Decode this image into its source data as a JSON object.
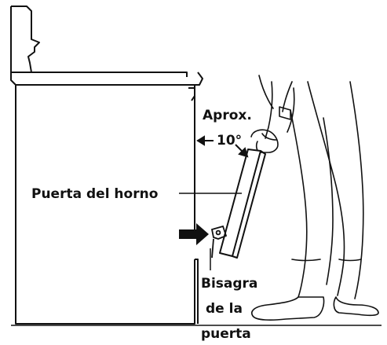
{
  "diagram": {
    "labels": {
      "approx": "Aprox.",
      "angle": "10°",
      "door": "Puerta del horno",
      "hinge_line1": "Bisagra",
      "hinge_line2": "de la",
      "hinge_line3": "puerta"
    },
    "colors": {
      "stroke": "#111111",
      "fill": "#ffffff",
      "arrow": "#111111"
    },
    "icons": {
      "push_arrow": "right-arrow-icon",
      "angle_arrow_left": "left-arrow-icon",
      "angle_arrow_diag": "diagonal-arrow-icon"
    }
  }
}
